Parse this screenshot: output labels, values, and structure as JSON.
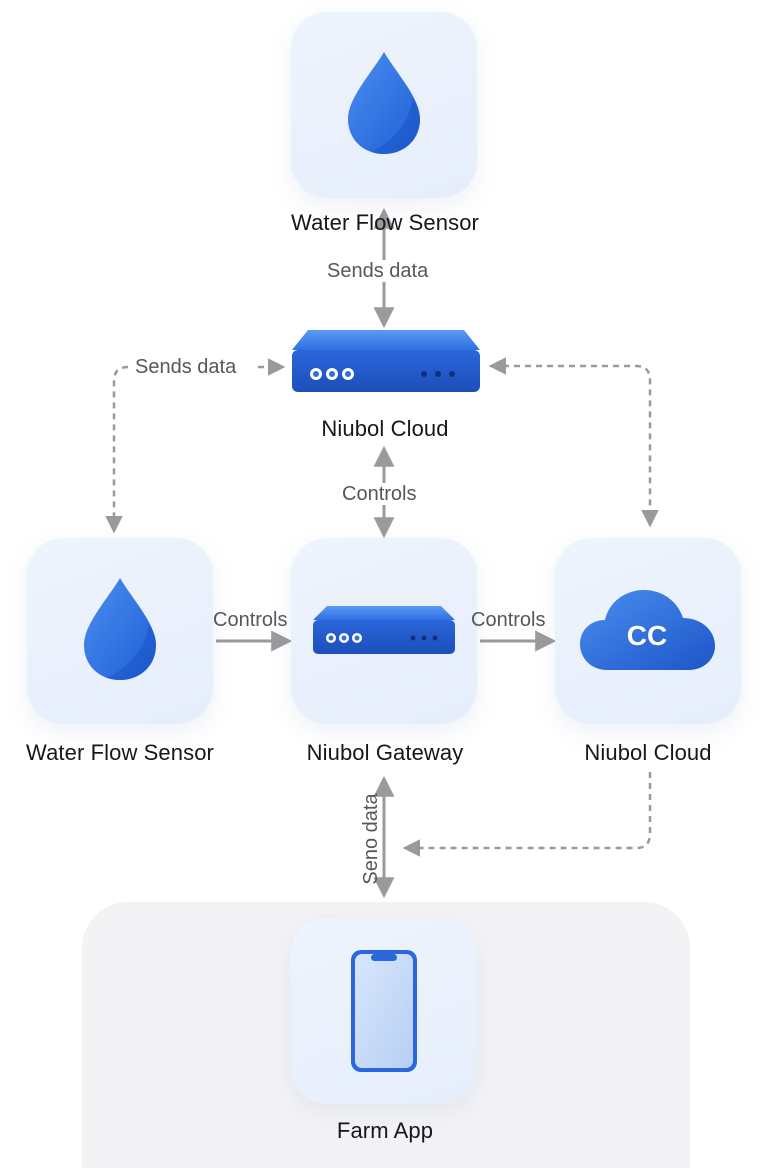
{
  "nodes": {
    "sensor_top": {
      "label": "Water Flow Sensor",
      "icon": "water-drop-icon"
    },
    "cloud_top": {
      "label": "Niubol Cloud",
      "icon": "gateway-device-icon"
    },
    "sensor_left": {
      "label": "Water Flow Sensor",
      "icon": "water-drop-icon"
    },
    "gateway": {
      "label": "Niubol Gateway",
      "icon": "gateway-device-icon"
    },
    "cloud_right": {
      "label": "Niubol Cloud",
      "icon": "cloud-icon",
      "icon_text": "CC"
    },
    "farm_app": {
      "label": "Farm App",
      "icon": "phone-icon"
    }
  },
  "edges": {
    "sensor_to_cloud": "Sends data",
    "left_to_cloud": "Sends data",
    "cloud_to_gateway": "Controls",
    "sensor_to_gateway": "Controls",
    "gateway_to_cloud": "Controls",
    "gateway_to_app": "Seno data"
  },
  "colors": {
    "accent": "#2f6fe0",
    "accent_dark": "#1d4fbf",
    "tile_bg": "#e9f0fc",
    "arrow": "#9a9a9e",
    "panel_bg": "#f3f3f5"
  }
}
